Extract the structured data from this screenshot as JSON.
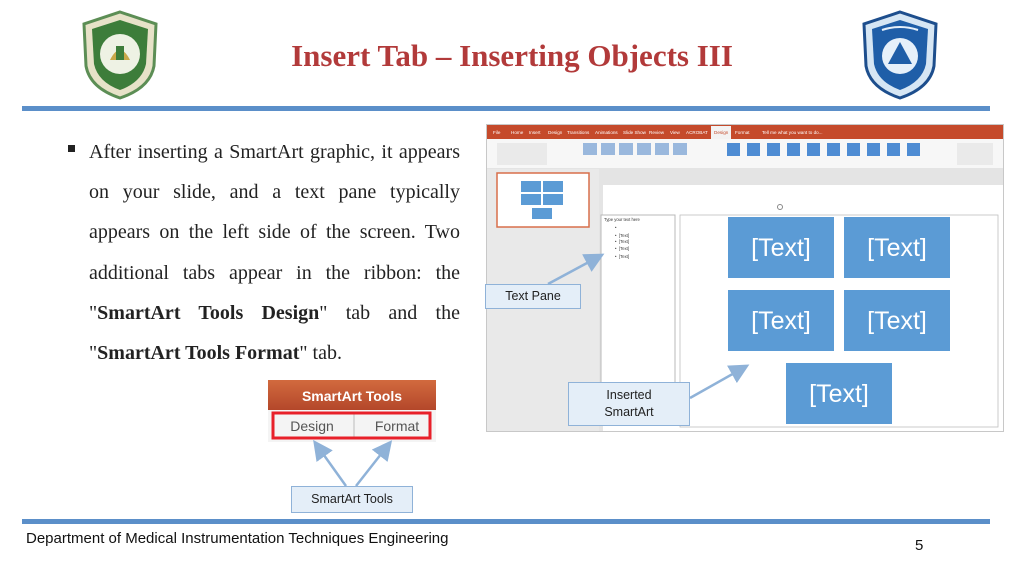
{
  "slide": {
    "title": "Insert Tab – Inserting Objects III",
    "page_number": "5",
    "footer": "Department of Medical Instrumentation Techniques Engineering"
  },
  "body": {
    "t1": "After inserting a SmartArt graphic, it appears on your slide, and a text pane typically appears on the left side of the screen. Two additional tabs appear in the ribbon: the \"",
    "b1": "SmartArt Tools Design",
    "t2": "\" tab and the \"",
    "b2": "SmartArt Tools Format",
    "t3": "\" tab."
  },
  "callouts": {
    "text_pane": "Text Pane",
    "inserted_line1": "Inserted",
    "inserted_line2": "SmartArt",
    "smartart_tools": "SmartArt Tools"
  },
  "ribbon_crop": {
    "header": "SmartArt Tools",
    "tab_design": "Design",
    "tab_format": "Format"
  },
  "screenshot": {
    "tabs": [
      "File",
      "Home",
      "Insert",
      "Design",
      "Transitions",
      "Animations",
      "Slide Show",
      "Review",
      "View",
      "ACROBAT",
      "Design",
      "Format"
    ],
    "tell_me": "Tell me what you want to do...",
    "text_pane_title": "Type your text here",
    "text_pane_items": [
      "[Text]",
      "[Text]",
      "[Text]",
      "[Text]"
    ],
    "smartart_boxes": [
      "[Text]",
      "[Text]",
      "[Text]",
      "[Text]",
      "[Text]"
    ]
  },
  "colors": {
    "title": "#b23a3a",
    "rule": "#5b8fc9",
    "smartart_fill": "#5b9bd5",
    "callout_fill": "#e4eef8",
    "callout_border": "#8fb2d8",
    "highlight": "#e8202a"
  }
}
